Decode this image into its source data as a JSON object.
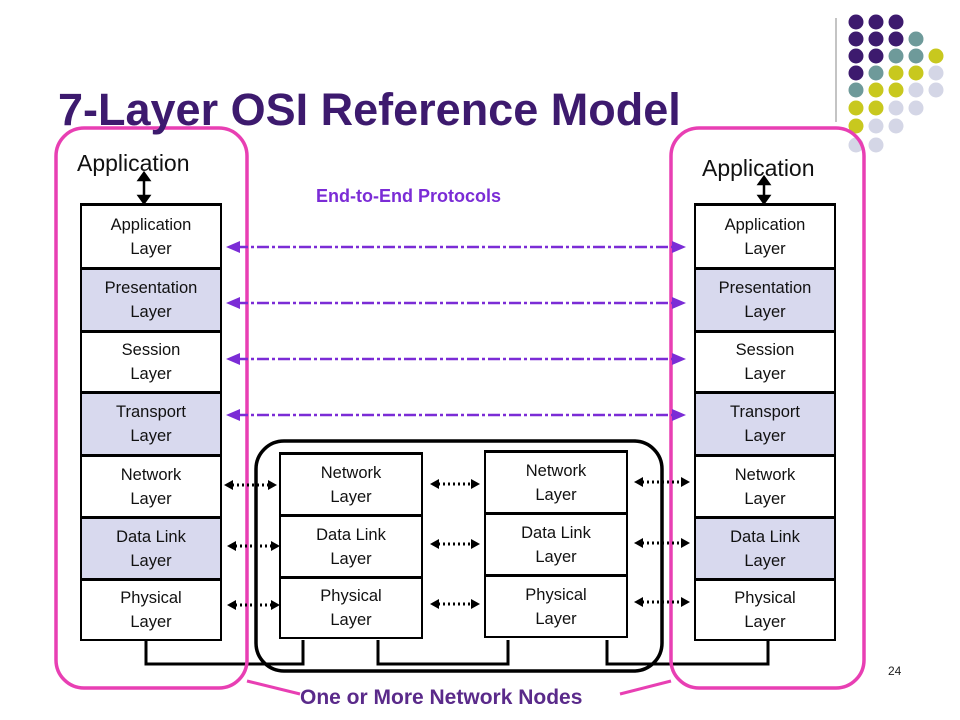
{
  "title": "7-Layer OSI Reference Model",
  "left_app_label": "Application",
  "right_app_label": "Application",
  "protocols_label": "End-to-End Protocols",
  "network_nodes_label": "One or More Network Nodes",
  "page_number": "24",
  "colors": {
    "title": "#3d1a6e",
    "protocol_arrows": "#7b2cd6",
    "end_system_outline": "#e83fb3",
    "shaded_layer": "#d8d9ee",
    "nodes_label": "#5a2a8a"
  },
  "end_system_stack": [
    "Application\nLayer",
    "Presentation\nLayer",
    "Session\nLayer",
    "Transport\nLayer",
    "Network\nLayer",
    "Data Link\nLayer",
    "Physical\nLayer"
  ],
  "node_stack": [
    "Network\nLayer",
    "Data Link\nLayer",
    "Physical\nLayer"
  ]
}
